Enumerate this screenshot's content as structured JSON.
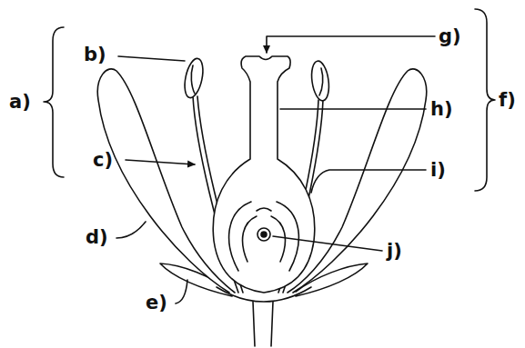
{
  "diagram": {
    "labels": [
      "a)",
      "b)",
      "c)",
      "d)",
      "e)",
      "f)",
      "g)",
      "h)",
      "i)",
      "j)"
    ]
  }
}
